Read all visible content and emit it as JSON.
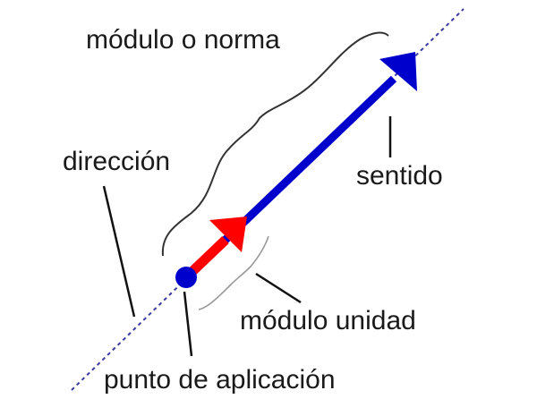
{
  "labels": {
    "modulo_norma": "módulo o norma",
    "direccion": "dirección",
    "sentido": "sentido",
    "modulo_unidad": "módulo unidad",
    "punto_aplicacion": "punto de aplicación"
  },
  "colors": {
    "vector": "#0000cc",
    "unit_vector": "#ff0000",
    "direction_line": "#3a3aa0",
    "brace": "#333333",
    "pointer": "#111111",
    "text": "#1a1a1a"
  }
}
